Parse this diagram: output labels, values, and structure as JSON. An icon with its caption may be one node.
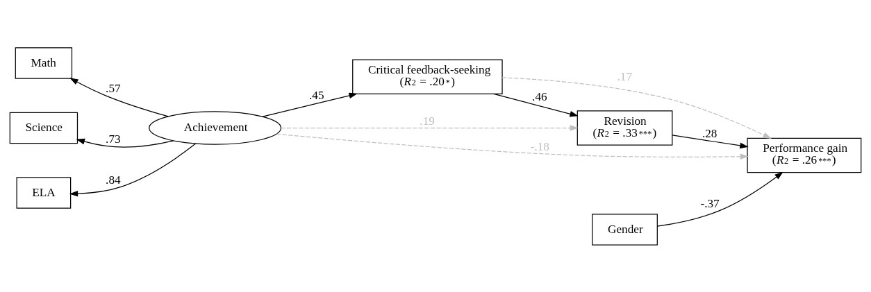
{
  "diagram": {
    "nodes": [
      {
        "text": [
          "Critical feedback-seeking",
          "(*R*$^{2}$ = .20$^{*}$)"
        ]
      },
      {
        "text": [
          "Revision",
          "(*R*$^{2}$ = .33$^{***}$)"
        ]
      },
      {
        "text": [
          "Performance gain",
          "(*R*$^{2}$ = .26$^{***}$)"
        ]
      },
      {
        "text": [
          "Math"
        ]
      },
      {
        "text": [
          "Science"
        ]
      },
      {
        "text": [
          "ELA"
        ]
      },
      {
        "text": [
          "Achievement"
        ]
      },
      {
        "text": [
          "Gender"
        ]
      }
    ],
    "edges": [
      {
        "from": 6,
        "to": 0,
        "arrow": "to",
        "label": ".45"
      },
      {
        "from": 0,
        "to": 1,
        "arrow": "to",
        "label": ".46"
      },
      {
        "from": 1,
        "to": 2,
        "arrow": "to",
        "label": ".28"
      },
      {
        "from": 0,
        "to": 2,
        "arrow": "to",
        "label": ".17",
        "style": "dashed",
        "color": "#bfbfbf"
      },
      {
        "from": 6,
        "to": 1,
        "arrow": "to",
        "label": ".19",
        "style": "dashed",
        "color": "#bfbfbf"
      },
      {
        "from": 6,
        "to": 2,
        "arrow": "to",
        "label": "-.18",
        "style": "dashed",
        "color": "#bfbfbf"
      },
      {
        "from": 7,
        "to": 2,
        "arrow": "to",
        "label": "-.37"
      },
      {
        "from": 6,
        "to": 3,
        "arrow": "to",
        "label": ".57"
      },
      {
        "from": 6,
        "to": 4,
        "arrow": "to",
        "label": ".73"
      },
      {
        "from": 6,
        "to": 5,
        "arrow": "to",
        "label": ".84"
      }
    ]
  }
}
